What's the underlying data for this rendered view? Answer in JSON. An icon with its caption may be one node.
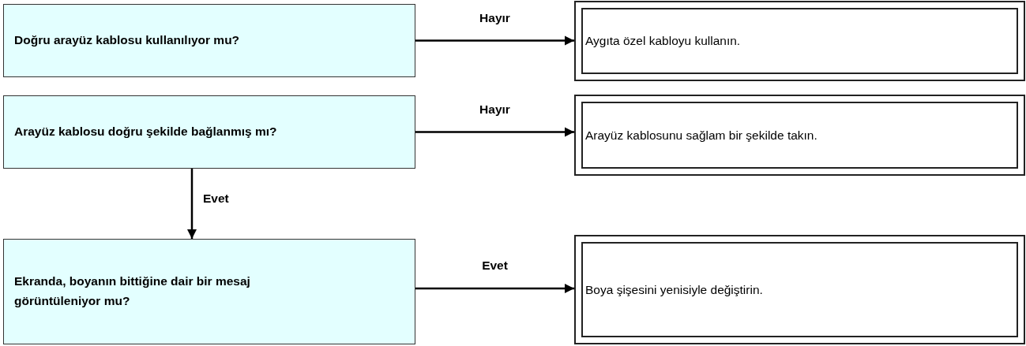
{
  "diagram": {
    "nodes": [
      {
        "text": [
          "Doğru arayüz kablosu kullanılıyor mu?"
        ]
      },
      {
        "text": [
          "Aygıta özel kabloyu kullanın."
        ]
      },
      {
        "text": [
          "Arayüz kablosu doğru şekilde bağlanmış mı?"
        ]
      },
      {
        "text": [
          "Arayüz kablosunu sağlam bir şekilde takın."
        ]
      },
      {
        "text": [
          "Ekranda, boyanın bittiğine dair bir mesaj görüntüleniyor mu?"
        ]
      },
      {
        "text": [
          "Boya şişesini yenisiyle değiştirin."
        ]
      }
    ],
    "edges": [
      {
        "from": 0,
        "to": 1,
        "arrow": "to",
        "label": "Hayır"
      },
      {
        "from": 2,
        "to": 3,
        "arrow": "to",
        "label": "Hayır"
      },
      {
        "from": 2,
        "to": 4,
        "arrow": "to",
        "label": "Evet"
      },
      {
        "from": 4,
        "to": 5,
        "arrow": "to",
        "label": "Evet"
      }
    ]
  }
}
